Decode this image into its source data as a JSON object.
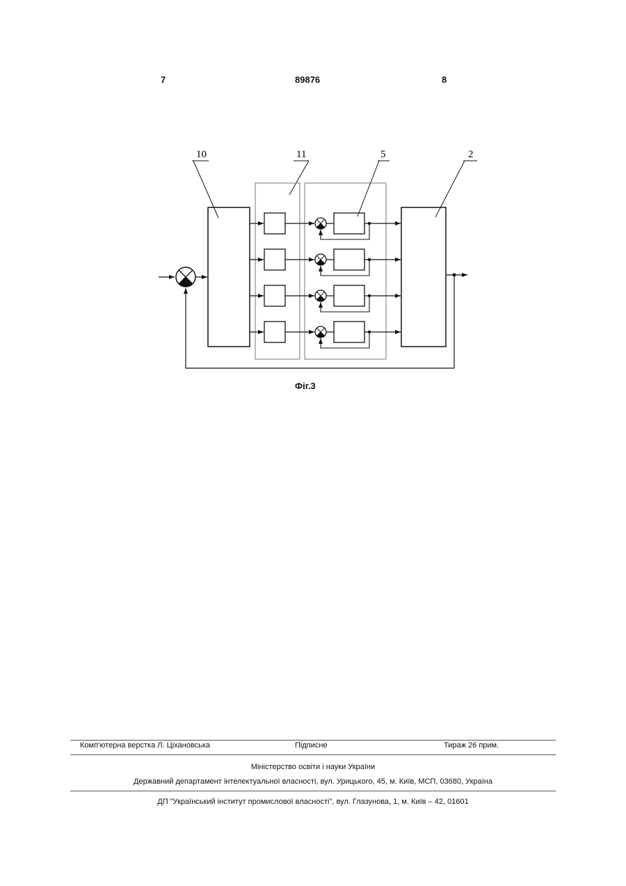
{
  "header": {
    "left_page": "7",
    "patent_number": "89876",
    "right_page": "8"
  },
  "figure": {
    "labels": {
      "l10": "10",
      "l11": "11",
      "l5": "5",
      "l2": "2"
    },
    "caption": "Фіг.3"
  },
  "footer": {
    "typesetter": "Комп'ютерна верстка Л. Ціхановська",
    "signed": "Підписне",
    "circulation": "Тираж 26 прим.",
    "ministry": "Міністерство освіти і науки України",
    "department": "Державний департамент інтелектуальної власності, вул. Урицького, 45, м. Київ, МСП, 03680, Україна",
    "institute": "ДП \"Український інститут промислової власності\", вул. Глазунова, 1, м. Київ – 42, 01601"
  }
}
